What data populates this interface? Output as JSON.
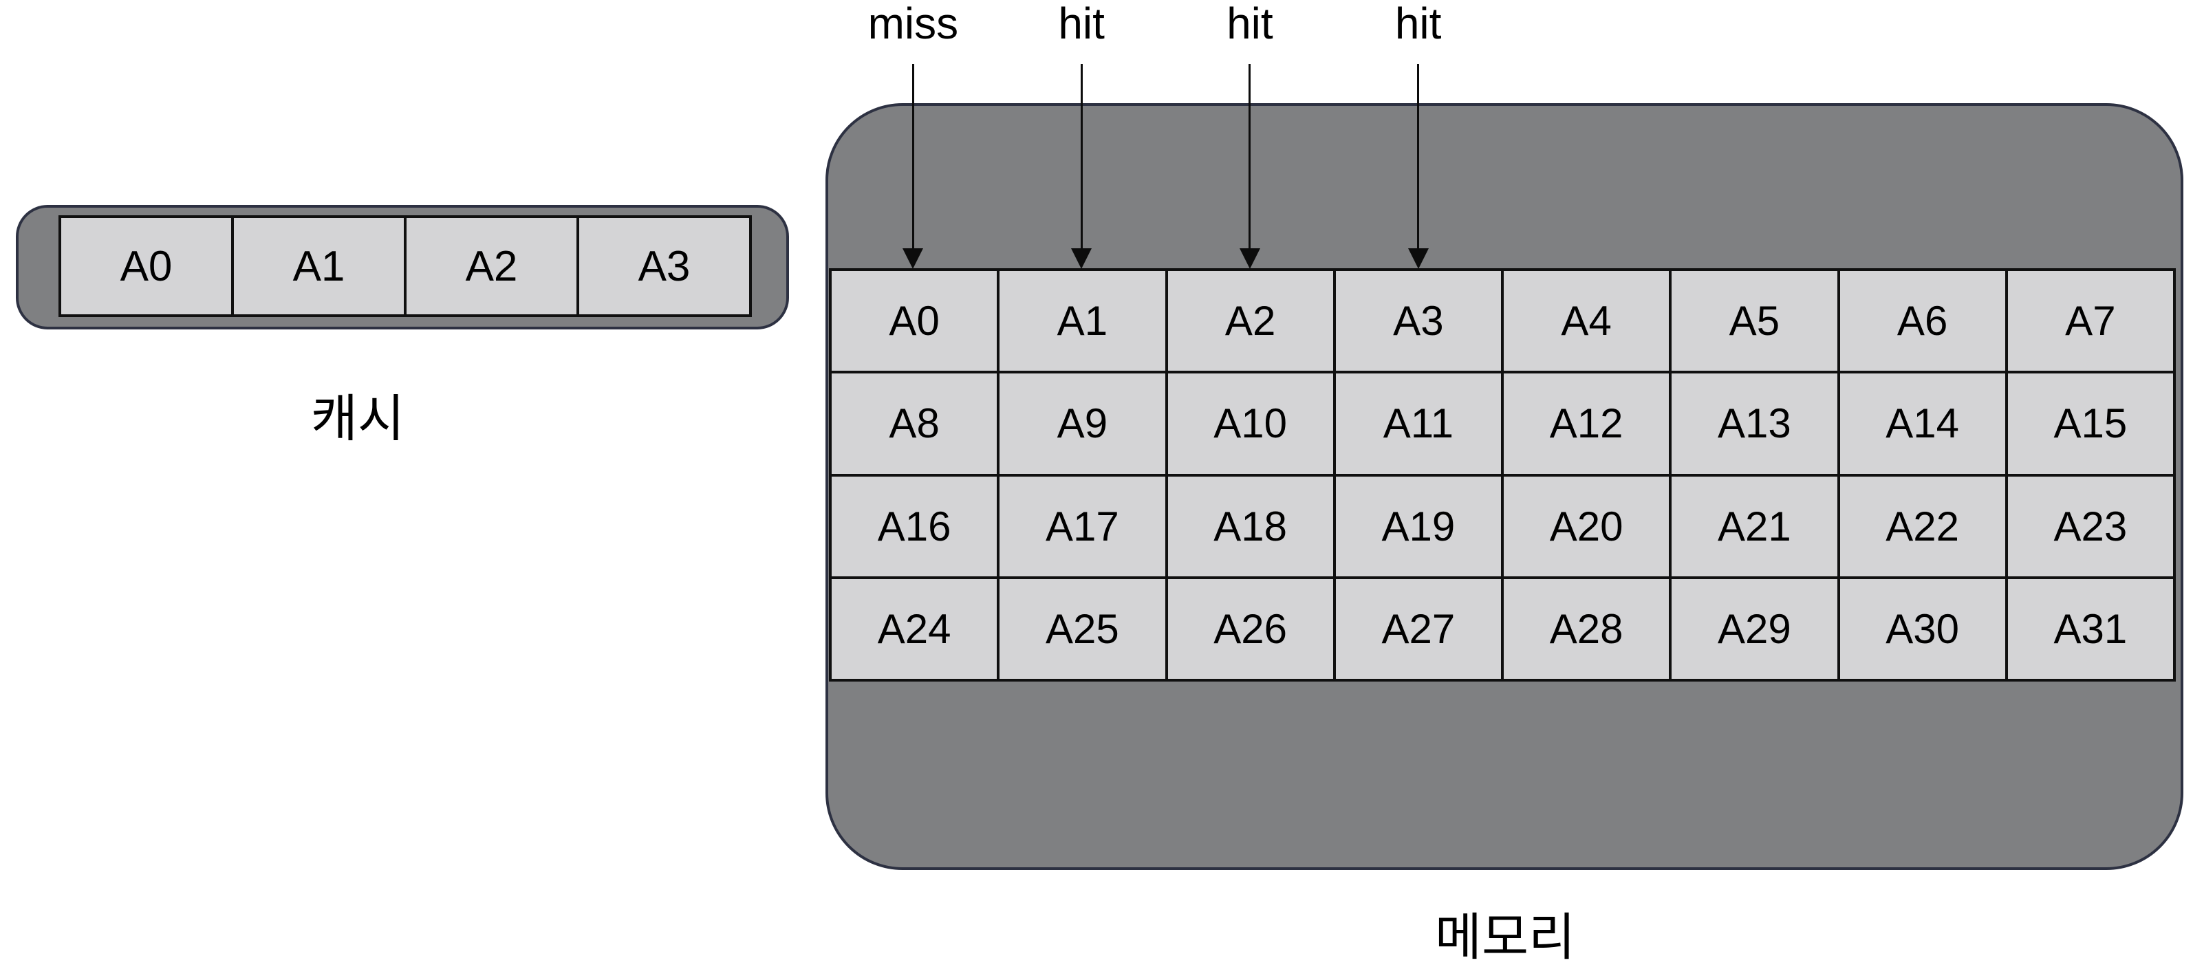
{
  "colors": {
    "canvas_bg": "#ffffff",
    "block_fill": "#7f8082",
    "block_border": "#2d3142",
    "cell_fill": "#d4d4d6",
    "cell_border": "#101010",
    "text_color": "#000000",
    "arrow_color": "#0c0c0c"
  },
  "cache": {
    "label": "캐시",
    "cells": [
      "A0",
      "A1",
      "A2",
      "A3"
    ]
  },
  "memory": {
    "label": "메모리",
    "rows": [
      [
        "A0",
        "A1",
        "A2",
        "A3",
        "A4",
        "A5",
        "A6",
        "A7"
      ],
      [
        "A8",
        "A9",
        "A10",
        "A11",
        "A12",
        "A13",
        "A14",
        "A15"
      ],
      [
        "A16",
        "A17",
        "A18",
        "A19",
        "A20",
        "A21",
        "A22",
        "A23"
      ],
      [
        "A24",
        "A25",
        "A26",
        "A27",
        "A28",
        "A29",
        "A30",
        "A31"
      ]
    ]
  },
  "access": {
    "items": [
      {
        "text": "miss",
        "target": "A0"
      },
      {
        "text": "hit",
        "target": "A1"
      },
      {
        "text": "hit",
        "target": "A2"
      },
      {
        "text": "hit",
        "target": "A3"
      }
    ]
  }
}
